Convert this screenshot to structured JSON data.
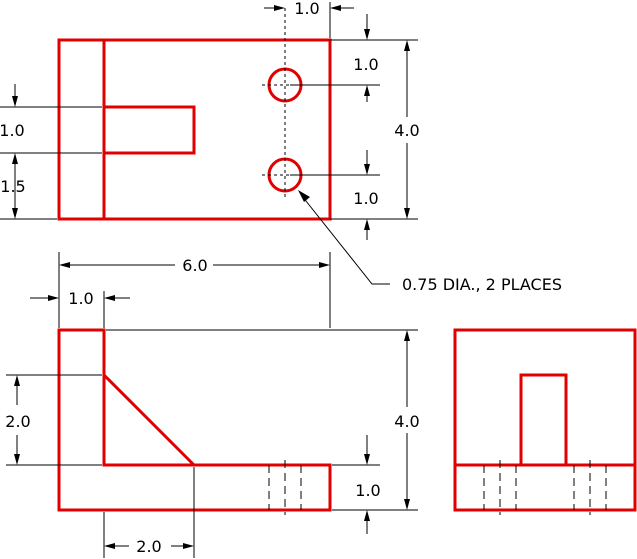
{
  "dimensions": {
    "top_hole_spacing_width": "1.0",
    "top_upper_hole_offset": "1.0",
    "top_lower_hole_offset": "1.0",
    "top_height": "4.0",
    "top_slot_width": "1.0",
    "top_slot_offset": "1.5",
    "hole_callout": "0.75 DIA., 2 PLACES",
    "front_overall_width": "6.0",
    "front_upright_width": "1.0",
    "front_rib_height": "2.0",
    "front_height": "4.0",
    "front_base_thickness": "1.0",
    "front_rib_width": "2.0"
  },
  "colors": {
    "object_line": "#e00000",
    "dimension_line": "#000000"
  }
}
